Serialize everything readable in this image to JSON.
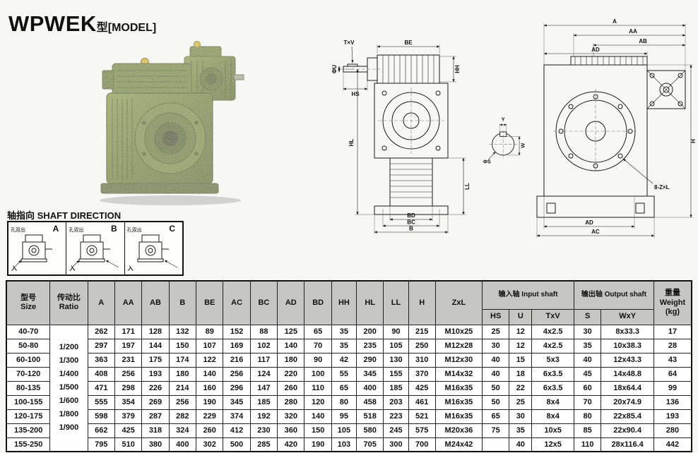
{
  "title": {
    "model": "WPWEK",
    "suffix": "型[MODEL]"
  },
  "shaft_direction": {
    "heading_cn": "轴指向",
    "heading_en": "SHAFT DIRECTION",
    "variants": [
      {
        "id": "A",
        "label_top": "孔双出",
        "label_in": "入"
      },
      {
        "id": "B",
        "label_top": "孔双出",
        "label_in": "入"
      },
      {
        "id": "C",
        "label_top": "孔双出",
        "label_in": "入"
      }
    ]
  },
  "front_view_labels": {
    "be": "BE",
    "txv": "T×V",
    "hs": "HS",
    "u": "ΦU",
    "hh": "HH",
    "hl": "HL",
    "ll": "LL",
    "bd": "BD",
    "bc": "BC",
    "b": "B"
  },
  "shaft_detail_labels": {
    "y": "Y",
    "w": "W",
    "s": "ΦS"
  },
  "side_view_labels": {
    "a": "A",
    "aa": "AA",
    "ab": "AB",
    "ad_top": "AD",
    "h": "H",
    "ad_bottom": "AD",
    "ac": "AC",
    "zxl": "8-Z×L"
  },
  "table": {
    "headers": {
      "size_cn": "型号",
      "size_en": "Size",
      "ratio_cn": "传动比",
      "ratio_en": "Ratio",
      "dims": [
        "A",
        "AA",
        "AB",
        "B",
        "BE",
        "AC",
        "BC",
        "AD",
        "BD",
        "HH",
        "HL",
        "LL",
        "H",
        "ZxL"
      ],
      "input_group": "输入轴 Input shaft",
      "output_group": "输出轴 Output shaft",
      "subcols": [
        "HS",
        "U",
        "TxV",
        "S",
        "WxY"
      ],
      "weight_cn": "重量",
      "weight_en": "Weight",
      "weight_unit": "(kg)"
    },
    "ratio_values": [
      "1/200",
      "1/300",
      "1/400",
      "1/500",
      "1/600",
      "1/800",
      "1/900"
    ],
    "rows": [
      {
        "size": "40-70",
        "values": [
          "262",
          "171",
          "128",
          "132",
          "89",
          "152",
          "88",
          "125",
          "65",
          "35",
          "200",
          "90",
          "215",
          "M10x25",
          "25",
          "12",
          "4x2.5",
          "30",
          "8x33.3",
          "17"
        ]
      },
      {
        "size": "50-80",
        "values": [
          "297",
          "197",
          "144",
          "150",
          "107",
          "169",
          "102",
          "140",
          "70",
          "35",
          "235",
          "105",
          "250",
          "M12x28",
          "30",
          "12",
          "4x2.5",
          "35",
          "10x38.3",
          "28"
        ]
      },
      {
        "size": "60-100",
        "values": [
          "363",
          "231",
          "175",
          "174",
          "122",
          "216",
          "117",
          "180",
          "90",
          "42",
          "290",
          "130",
          "310",
          "M12x30",
          "40",
          "15",
          "5x3",
          "40",
          "12x43.3",
          "43"
        ]
      },
      {
        "size": "70-120",
        "values": [
          "408",
          "256",
          "193",
          "180",
          "140",
          "256",
          "124",
          "220",
          "100",
          "55",
          "345",
          "155",
          "370",
          "M14x32",
          "40",
          "18",
          "6x3.5",
          "45",
          "14x48.8",
          "64"
        ]
      },
      {
        "size": "80-135",
        "values": [
          "471",
          "298",
          "226",
          "214",
          "160",
          "296",
          "147",
          "260",
          "110",
          "65",
          "400",
          "185",
          "425",
          "M16x35",
          "50",
          "22",
          "6x3.5",
          "60",
          "18x64.4",
          "99"
        ]
      },
      {
        "size": "100-155",
        "values": [
          "555",
          "354",
          "269",
          "256",
          "190",
          "345",
          "185",
          "280",
          "120",
          "80",
          "458",
          "203",
          "461",
          "M16x35",
          "50",
          "25",
          "8x4",
          "70",
          "20x74.9",
          "136"
        ]
      },
      {
        "size": "120-175",
        "values": [
          "598",
          "379",
          "287",
          "282",
          "229",
          "374",
          "192",
          "320",
          "140",
          "95",
          "518",
          "223",
          "521",
          "M16x35",
          "65",
          "30",
          "8x4",
          "80",
          "22x85.4",
          "193"
        ]
      },
      {
        "size": "135-200",
        "values": [
          "662",
          "425",
          "318",
          "324",
          "260",
          "412",
          "230",
          "360",
          "150",
          "105",
          "580",
          "245",
          "575",
          "M20x36",
          "75",
          "35",
          "10x5",
          "85",
          "22x90.4",
          "280"
        ]
      },
      {
        "size": "155-250",
        "values": [
          "795",
          "510",
          "380",
          "400",
          "302",
          "500",
          "285",
          "420",
          "190",
          "103",
          "705",
          "300",
          "700",
          "M24x42",
          "",
          "40",
          "12x5",
          "110",
          "28x116.4",
          "442"
        ]
      }
    ]
  }
}
